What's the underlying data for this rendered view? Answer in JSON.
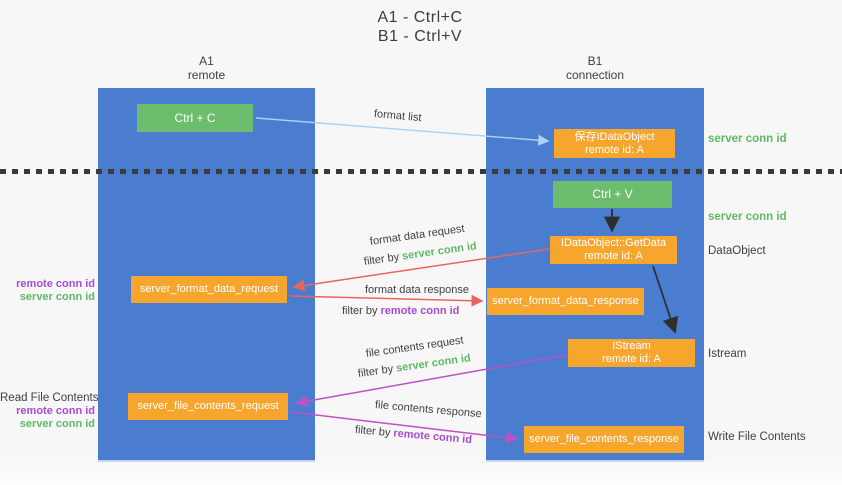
{
  "title": {
    "line1": "A1 - Ctrl+C",
    "line2": "B1 - Ctrl+V"
  },
  "columns": {
    "left": {
      "name": "A1",
      "subtitle": "remote"
    },
    "right": {
      "name": "B1",
      "subtitle": "connection"
    }
  },
  "nodes": {
    "ctrl_c": "Ctrl + C",
    "save_idataobject": {
      "line1": "保存IDataObject",
      "line2": "remote id: A"
    },
    "ctrl_v": "Ctrl + V",
    "getdata": {
      "line1": "IDataObject::GetData",
      "line2": "remote id: A"
    },
    "istream": {
      "line1": "IStream",
      "line2": "remote id: A"
    },
    "format_request": "server_format_data_request",
    "format_response": "server_format_data_response",
    "file_request": "server_file_contents_request",
    "file_response": "server_file_contents_response"
  },
  "side_labels": {
    "server_conn_id": "server conn id",
    "remote_conn_id": "remote conn id",
    "dataobject": "DataObject",
    "istream": "Istream",
    "read_file_contents": "Read File Contents",
    "write_file_contents": "Write File Contents"
  },
  "arrow_labels": {
    "format_list": "format list",
    "format_data_request": "format data request",
    "format_data_response": "format data response",
    "file_contents_request": "file contents request",
    "file_contents_response": "file contents response",
    "filter_by": "filter by",
    "server_conn_id": "server conn id",
    "remote_conn_id": "remote conn id"
  },
  "colors": {
    "background": "#f7f7f8",
    "lifeline_blue": "#4a7dd0",
    "node_green": "#6cbd6e",
    "node_orange": "#f7a62d",
    "arrow_light_blue": "#a8d3f2",
    "arrow_red": "#e8655c",
    "arrow_magenta": "#bf50c5",
    "arrow_black": "#2e2e2e",
    "text_green": "#5fba64",
    "text_purple": "#a74bd4",
    "text_dark": "#3f3f3f"
  }
}
